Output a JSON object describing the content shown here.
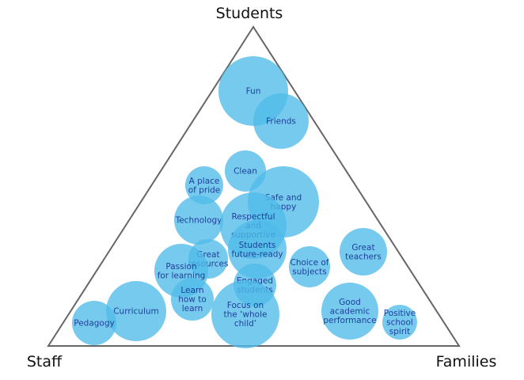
{
  "diagram": {
    "vertices": {
      "top": "Students",
      "left": "Staff",
      "right": "Families"
    },
    "colors": {
      "bubble_fill": "#4fbbe9",
      "bubble_opacity": 0.78,
      "text": "#1f3f9a",
      "triangle_stroke": "#666666"
    },
    "bubbles": [
      {
        "name": "fun",
        "lines": [
          "Fun"
        ]
      },
      {
        "name": "friends",
        "lines": [
          "Friends"
        ]
      },
      {
        "name": "clean",
        "lines": [
          "Clean"
        ]
      },
      {
        "name": "a-place-of-pride",
        "lines": [
          "A place",
          "of pride"
        ]
      },
      {
        "name": "safe-and-happy",
        "lines": [
          "Safe and",
          "happy"
        ]
      },
      {
        "name": "technology",
        "lines": [
          "Technology"
        ]
      },
      {
        "name": "respectful-and-supportive",
        "lines": [
          "Respectful",
          "and",
          "supportive"
        ]
      },
      {
        "name": "students-future-ready",
        "lines": [
          "Students",
          "future-ready"
        ]
      },
      {
        "name": "great-resources",
        "lines": [
          "Great",
          "resources"
        ]
      },
      {
        "name": "great-teachers",
        "lines": [
          "Great",
          "teachers"
        ]
      },
      {
        "name": "choice-of-subjects",
        "lines": [
          "Choice of",
          "subjects"
        ]
      },
      {
        "name": "passion-for-learning",
        "lines": [
          "Passion",
          "for learning"
        ]
      },
      {
        "name": "engaged-students",
        "lines": [
          "Engaged",
          "students"
        ]
      },
      {
        "name": "learn-how-to-learn",
        "lines": [
          "Learn",
          "how to",
          "learn"
        ]
      },
      {
        "name": "curriculum",
        "lines": [
          "Curriculum"
        ]
      },
      {
        "name": "good-academic-performance",
        "lines": [
          "Good",
          "academic",
          "performance"
        ]
      },
      {
        "name": "focus-on-whole-child",
        "lines": [
          "Focus on",
          "the ‘whole",
          "child’"
        ]
      },
      {
        "name": "pedagogy",
        "lines": [
          "Pedagogy"
        ]
      },
      {
        "name": "positive-school-spirit",
        "lines": [
          "Positive",
          "school",
          "spirit"
        ]
      }
    ]
  }
}
